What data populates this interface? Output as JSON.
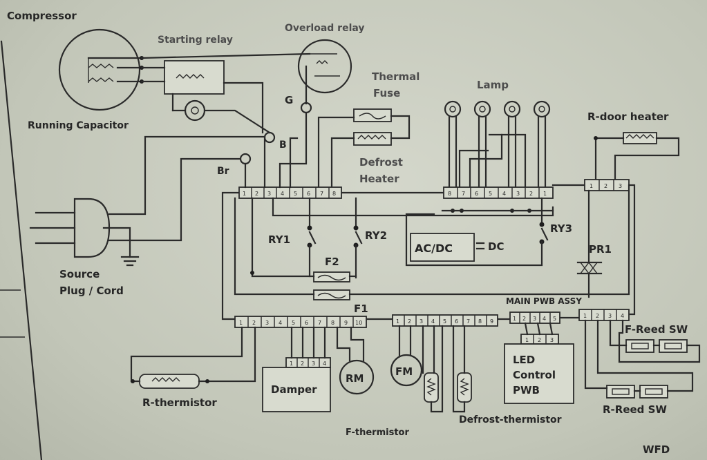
{
  "labels": {
    "compressor": "Compressor",
    "starting_relay": "Starting relay",
    "overload_relay": "Overload relay",
    "thermal_fuse_1": "Thermal",
    "thermal_fuse_2": "Fuse",
    "lamp": "Lamp",
    "running_capacitor": "Running Capacitor",
    "defrost_heater_1": "Defrost",
    "defrost_heater_2": "Heater",
    "r_door_heater": "R-door heater",
    "g": "G",
    "b": "B",
    "br": "Br",
    "source_1": "Source",
    "source_2": "Plug / Cord",
    "ry1": "RY1",
    "ry2": "RY2",
    "ry3": "RY3",
    "ac_dc": "AC/DC",
    "dc": "DC",
    "pr1": "PR1",
    "f1": "F1",
    "f2": "F2",
    "main_pwb": "MAIN  PWB ASSY",
    "f_reed_sw": "F-Reed SW",
    "r_reed_sw": "R-Reed SW",
    "led_1": "LED",
    "led_2": "Control",
    "led_3": "PWB",
    "damper": "Damper",
    "rm": "RM",
    "fm": "FM",
    "r_thermistor": "R-thermistor",
    "f_thermistor": "F-thermistor",
    "defrost_thermistor": "Defrost-thermistor",
    "wfd": "WFD"
  },
  "connectors": {
    "cn_top_left": [
      "1",
      "2",
      "3",
      "4",
      "5",
      "6",
      "7",
      "8"
    ],
    "cn_top_mid": [
      "8",
      "7",
      "6",
      "5",
      "4",
      "3",
      "2",
      "1"
    ],
    "cn_top_right": [
      "1",
      "2",
      "3"
    ],
    "cn_bot_left": [
      "1",
      "2",
      "3",
      "4",
      "5",
      "6",
      "7",
      "8",
      "9",
      "10"
    ],
    "cn_bot_mid": [
      "1",
      "2",
      "3",
      "4",
      "5",
      "6",
      "7",
      "8",
      "9"
    ],
    "cn_bot_led": [
      "1",
      "2",
      "3",
      "4",
      "5"
    ],
    "cn_led_in": [
      "1",
      "2",
      "3"
    ],
    "cn_bot_reed": [
      "1",
      "2",
      "3",
      "4"
    ],
    "cn_damper": [
      "1",
      "2",
      "3",
      "4"
    ]
  }
}
